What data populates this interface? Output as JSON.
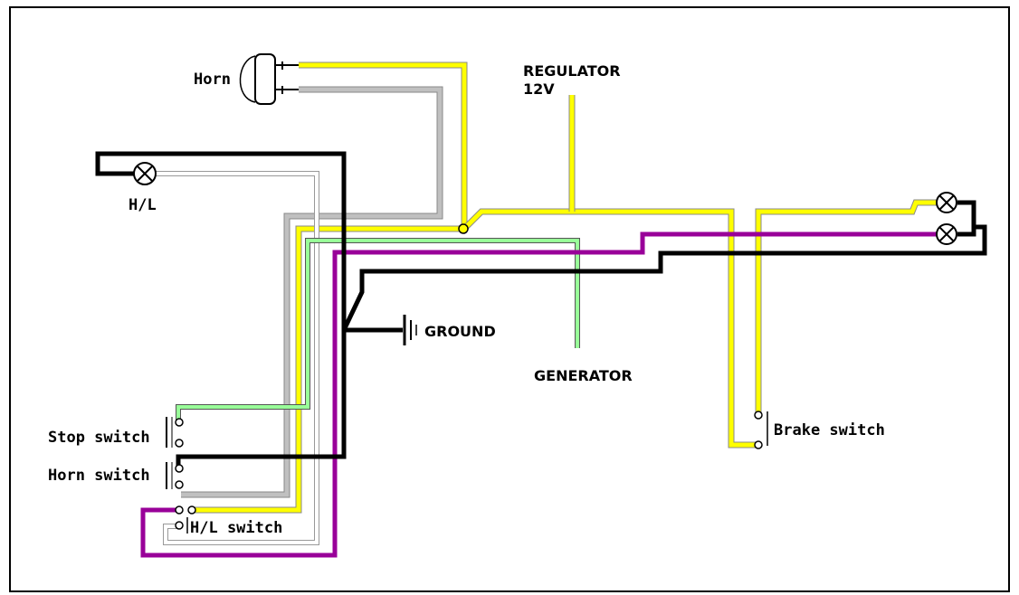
{
  "labels": {
    "horn": "Horn",
    "headlight": "H/L",
    "regulator_line1": "REGULATOR",
    "regulator_line2": "12V",
    "ground": "GROUND",
    "generator": "GENERATOR",
    "stop_switch": "Stop switch",
    "horn_switch": "Horn switch",
    "hl_switch": "H/L switch",
    "brake_switch": "Brake switch"
  },
  "wire_colors": {
    "yellow": "#ffff00",
    "gray": "#c0c0c0",
    "black": "#000000",
    "purple": "#990099",
    "white": "#ffffff",
    "green": "#99ff99"
  }
}
